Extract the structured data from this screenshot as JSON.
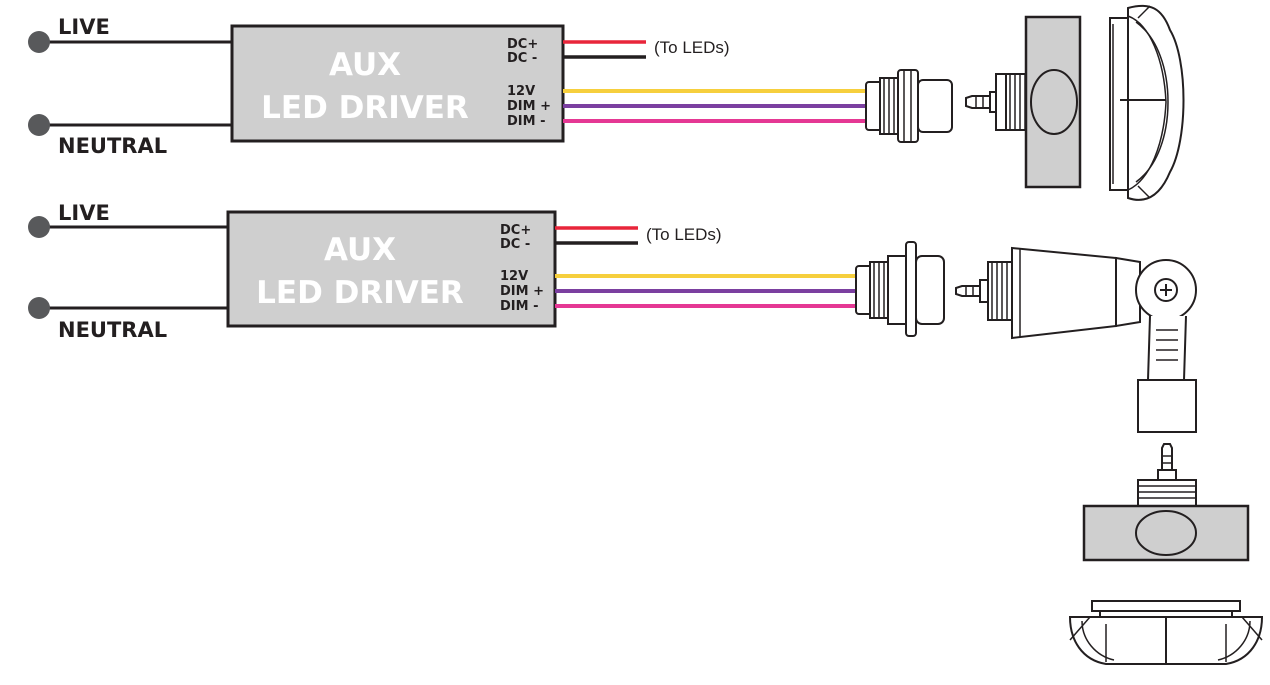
{
  "colors": {
    "driver_fill": "#cfcfcf",
    "driver_border": "#231f20",
    "wire_mains": "#231f20",
    "wire_dc_plus": "#e8253a",
    "wire_dc_minus": "#231f20",
    "wire_12v": "#f6cf3d",
    "wire_dim_plus": "#7b3fa0",
    "wire_dim_minus": "#e53894",
    "terminal_dot": "#58595b"
  },
  "diagrams": [
    {
      "live_label": "LIVE",
      "neutral_label": "NEUTRAL",
      "driver": {
        "title_line1": "AUX",
        "title_line2": "LED DRIVER",
        "dc_plus": "DC+",
        "dc_minus": "DC -",
        "v12": "12V",
        "dim_plus": "DIM +",
        "dim_minus": "DIM  -"
      },
      "to_leds": "(To LEDs)",
      "sensor": "ceiling-flush-mount-sensor-icon"
    },
    {
      "live_label": "LIVE",
      "neutral_label": "NEUTRAL",
      "driver": {
        "title_line1": "AUX",
        "title_line2": "LED DRIVER",
        "dc_plus": "DC+",
        "dc_minus": "DC -",
        "v12": "12V",
        "dim_plus": "DIM +",
        "dim_minus": "DIM  -"
      },
      "to_leds": "(To LEDs)",
      "sensor": "swivel-mount-sensor-icon"
    }
  ]
}
